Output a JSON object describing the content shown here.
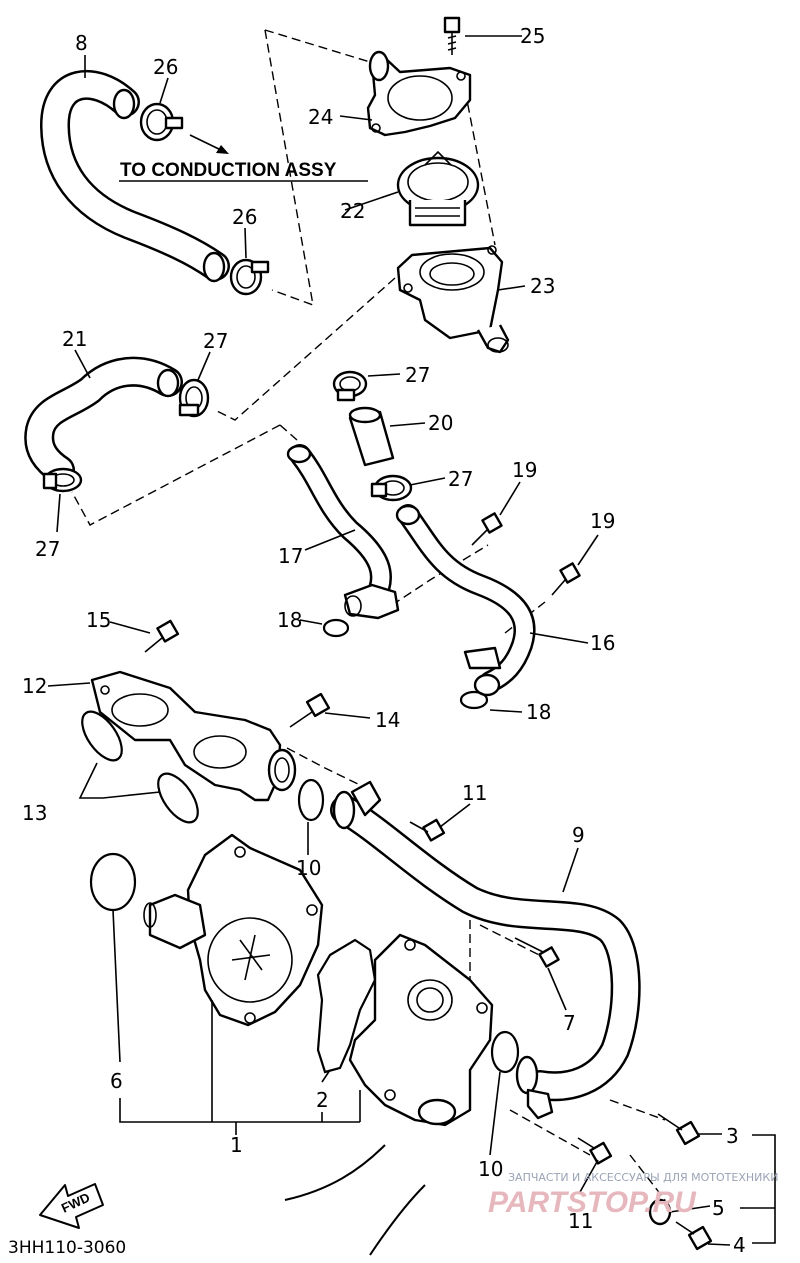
{
  "caption": "TO CONDUCTION ASSY",
  "diagram_code": "3HH110-3060",
  "watermark": {
    "line1": "ЗАПЧАСТИ И АКСЕССУАРЫ ДЛЯ МОТОТЕХНИКИ",
    "line2": "PARTSTOP.RU"
  },
  "fwd_label": "FWD",
  "callouts": {
    "c1": "1",
    "c2": "2",
    "c3": "3",
    "c4": "4",
    "c5": "5",
    "c6": "6",
    "c7": "7",
    "c8": "8",
    "c9": "9",
    "c10a": "10",
    "c10b": "10",
    "c11a": "11",
    "c11b": "11",
    "c12": "12",
    "c13": "13",
    "c14": "14",
    "c15": "15",
    "c16": "16",
    "c17": "17",
    "c18a": "18",
    "c18b": "18",
    "c19a": "19",
    "c19b": "19",
    "c20": "20",
    "c21": "21",
    "c22": "22",
    "c23": "23",
    "c24": "24",
    "c25": "25",
    "c26a": "26",
    "c26b": "26",
    "c27a": "27",
    "c27b": "27",
    "c27c": "27",
    "c27d": "27"
  }
}
